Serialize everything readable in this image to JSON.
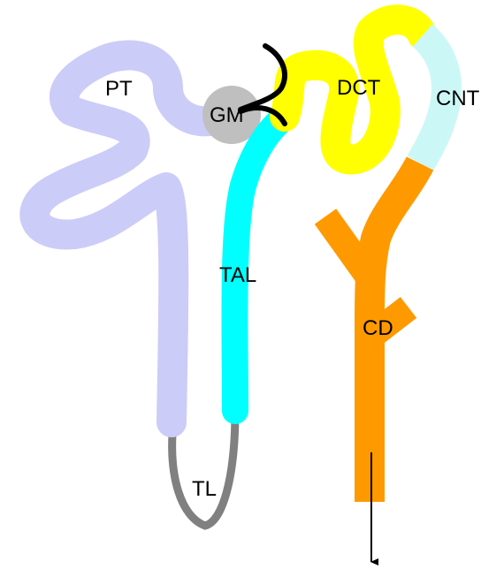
{
  "labels": {
    "pt": "PT",
    "gm": "GM",
    "dct": "DCT",
    "cnt": "CNT",
    "tal": "TAL",
    "cd": "CD",
    "tl": "TL"
  },
  "colors": {
    "proximal_tubule": "#ccccf8",
    "glomerulus": "#bfbfbf",
    "distal_convoluted_tubule": "#ffff00",
    "connecting_tubule": "#ccf7f7",
    "thick_ascending_limb": "#00ffff",
    "collecting_duct": "#ff9900",
    "thin_limb": "#808080",
    "arteriole": "#000000",
    "arrow": "#000000"
  }
}
